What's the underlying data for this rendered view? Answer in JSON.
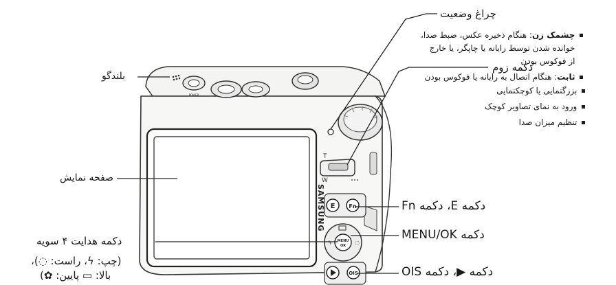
{
  "labels": {
    "speaker": "بلندگو",
    "screen": "صفحه نمایش",
    "status_lamp": "چراغ وضعیت",
    "zoom_button": "دکمه زوم",
    "nav_button": "دکمه هدایت ۴ سویه",
    "e_fn_button": "دکمه E، دکمه Fn",
    "menu_ok_button": "دکمه MENU/OK",
    "play_ois_button": "دکمه ▶، دکمه OIS"
  },
  "status_lamp_notes": {
    "blink_term": "چشمک زن",
    "blink_line1": ": هنگام ذخیره عکس، ضبط صدا،",
    "blink_line2": "خوانده شدن توسط رایانه یا چاپگر، یا خارج",
    "blink_line3": "از فوکوس بودن",
    "steady_term": "ثابت",
    "steady_text": ": هنگام اتصال به رایانه یا فوکوس بودن"
  },
  "zoom_notes": [
    "بزرگنمایی یا کوچکنمایی",
    "ورود به نمای تصاویر کوچک",
    "تنظیم میزان صدا"
  ],
  "nav_notes": {
    "line1": "(چپ: ϟ، راست: ◌)،",
    "line2": "بالا: ▭ پایین: ✿)"
  },
  "camera": {
    "brand": "SAMSUNG",
    "power": "POWER",
    "button_e": "E",
    "button_fn": "Fn",
    "button_menu_top": "MENU",
    "button_menu_bottom": "OK",
    "button_ois": "OIS",
    "zoom_t": "T",
    "zoom_w": "W"
  }
}
